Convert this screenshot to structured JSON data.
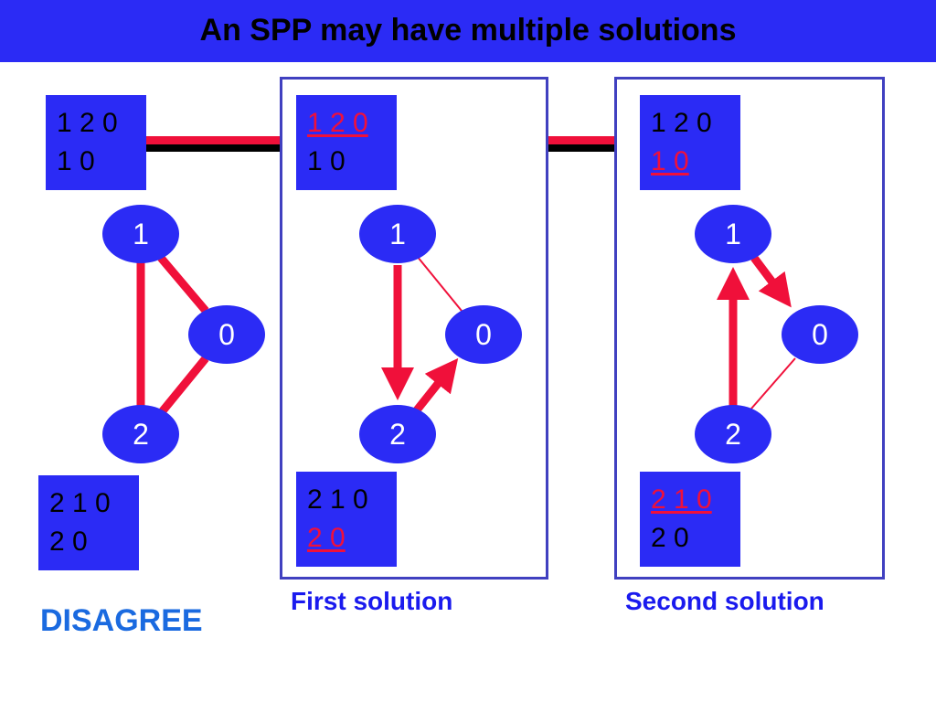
{
  "title": "An SPP may have multiple solutions",
  "colors": {
    "banner": "#2b2bf5",
    "node": "#2b2bf5",
    "edge": "#f0103a",
    "frame": "#4040c0",
    "caption": "#1a1aee",
    "disagree": "#1a6ae0"
  },
  "panels": [
    {
      "id": "disagree",
      "node1_paths": [
        {
          "text": "1 2 0",
          "selected": false
        },
        {
          "text": "1 0",
          "selected": false
        }
      ],
      "node2_paths": [
        {
          "text": "2 1 0",
          "selected": false
        },
        {
          "text": "2 0",
          "selected": false
        }
      ],
      "nodes": [
        "1",
        "0",
        "2"
      ],
      "label": "DISAGREE"
    },
    {
      "id": "first",
      "node1_paths": [
        {
          "text": "1 2 0",
          "selected": true
        },
        {
          "text": "1 0",
          "selected": false
        }
      ],
      "node2_paths": [
        {
          "text": "2 1 0",
          "selected": false
        },
        {
          "text": "2 0",
          "selected": true
        }
      ],
      "nodes": [
        "1",
        "0",
        "2"
      ],
      "label": "First solution"
    },
    {
      "id": "second",
      "node1_paths": [
        {
          "text": "1 2 0",
          "selected": false
        },
        {
          "text": "1 0",
          "selected": true
        }
      ],
      "node2_paths": [
        {
          "text": "2 1 0",
          "selected": true
        },
        {
          "text": "2 0",
          "selected": false
        }
      ],
      "nodes": [
        "1",
        "0",
        "2"
      ],
      "label": "Second solution"
    }
  ]
}
